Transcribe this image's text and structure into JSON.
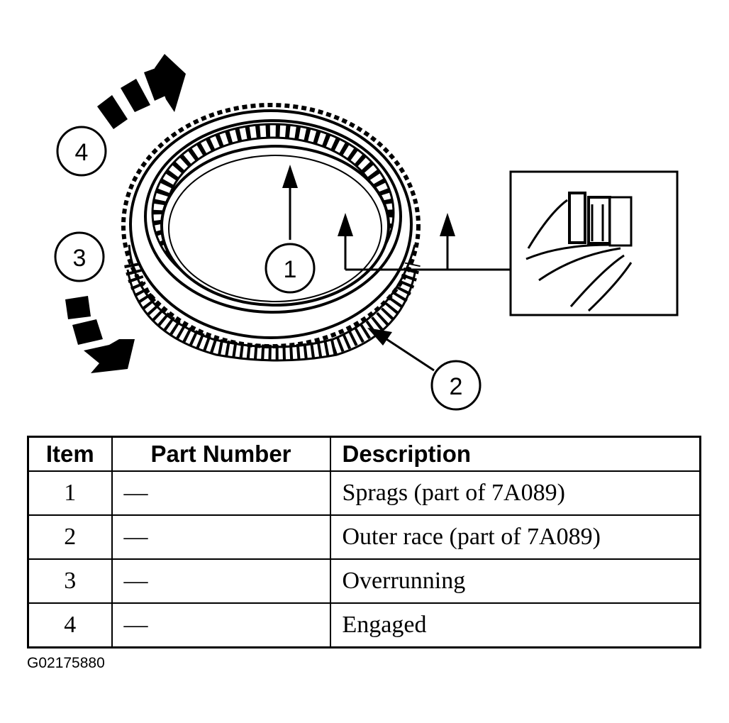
{
  "callouts": {
    "c1": "1",
    "c2": "2",
    "c3": "3",
    "c4": "4"
  },
  "table": {
    "headers": [
      "Item",
      "Part Number",
      "Description"
    ],
    "rows": [
      {
        "item": "1",
        "part": "—",
        "desc": "Sprags (part of 7A089)"
      },
      {
        "item": "2",
        "part": "—",
        "desc": "Outer race (part of 7A089)"
      },
      {
        "item": "3",
        "part": "—",
        "desc": "Overrunning"
      },
      {
        "item": "4",
        "part": "—",
        "desc": "Engaged"
      }
    ]
  },
  "figure_code": "G02175880"
}
